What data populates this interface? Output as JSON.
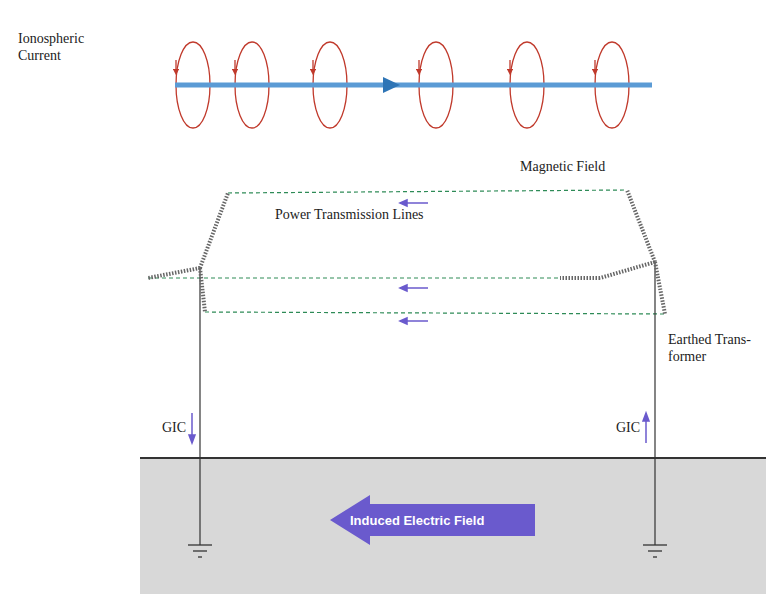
{
  "diagram": {
    "nodes": [
      {
        "text": [
          "Induced Electric Field"
        ]
      }
    ],
    "labels": [
      "Ionospheric Current",
      "Magnetic Field",
      "Power Transmission Lines",
      "Earthed Trans- former",
      "GIC",
      "GIC"
    ]
  }
}
